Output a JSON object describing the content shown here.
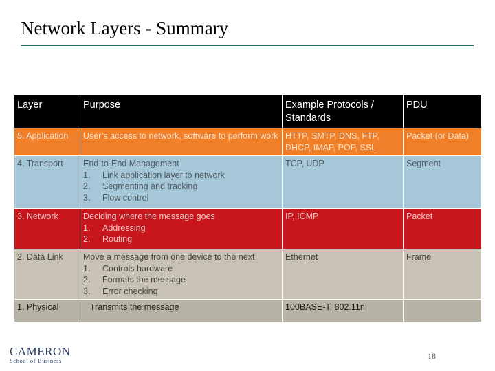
{
  "slide": {
    "title": "Network Layers - Summary",
    "page_number": "18"
  },
  "logo": {
    "name": "CAMERON",
    "subtitle": "School of Business"
  },
  "table": {
    "headers": [
      "Layer",
      "Purpose",
      "Example Protocols / Standards",
      "PDU"
    ],
    "rows": [
      {
        "layer": "5. Application",
        "purpose": "User’s access to network, software to perform work",
        "steps": [],
        "protocols": "HTTP, SMTP, DNS, FTP, DHCP, IMAP, POP, SSL",
        "pdu": "Packet (or Data)"
      },
      {
        "layer": "4. Transport",
        "purpose": "End-to-End Management",
        "steps": [
          {
            "num": "1.",
            "text": "Link application layer to network"
          },
          {
            "num": "2.",
            "text": "Segmenting and tracking"
          },
          {
            "num": "3.",
            "text": "Flow control"
          }
        ],
        "protocols": "TCP, UDP",
        "pdu": "Segment"
      },
      {
        "layer": "3. Network",
        "purpose": "Deciding where the message goes",
        "steps": [
          {
            "num": "1.",
            "text": "Addressing"
          },
          {
            "num": "2.",
            "text": "Routing"
          }
        ],
        "protocols": "IP, ICMP",
        "pdu": "Packet"
      },
      {
        "layer": "2. Data Link",
        "purpose": "Move a message from one device to the next",
        "steps": [
          {
            "num": "1.",
            "text": "Controls hardware"
          },
          {
            "num": "2.",
            "text": "Formats the message"
          },
          {
            "num": "3.",
            "text": "Error checking"
          }
        ],
        "protocols": "Ethernet",
        "pdu": "Frame"
      },
      {
        "layer": "1. Physical",
        "purpose": "Transmits the message",
        "steps": [],
        "protocols": "100BASE-T, 802.11n",
        "pdu": ""
      }
    ]
  }
}
